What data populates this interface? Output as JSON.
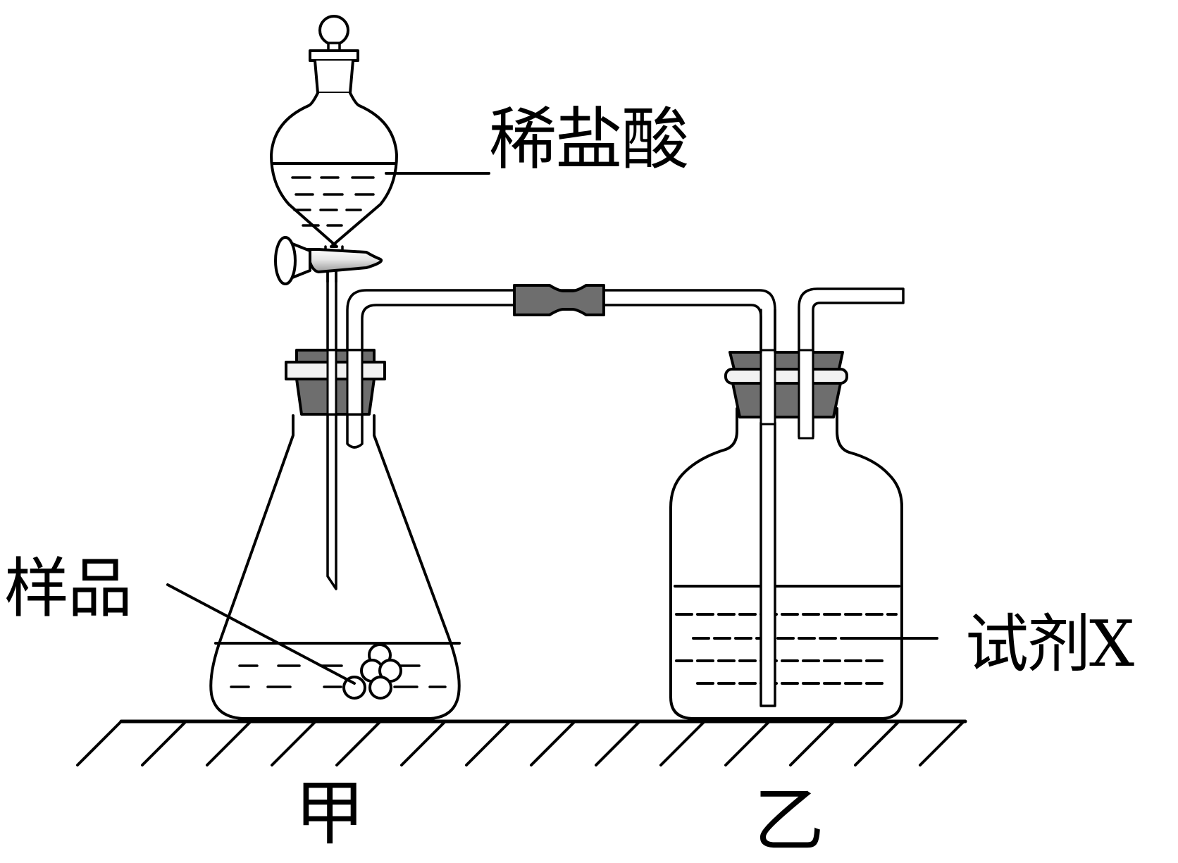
{
  "labels": {
    "acid": "稀盐酸",
    "sample": "样品",
    "reagent": "试剂X",
    "flask_jia": "甲",
    "bottle_yi": "乙"
  },
  "colors": {
    "stroke": "#000000",
    "stopper": "#6e6e6e",
    "stopper_collar": "#f2f2f2",
    "tubing": "#6e6e6e",
    "background": "#ffffff"
  }
}
